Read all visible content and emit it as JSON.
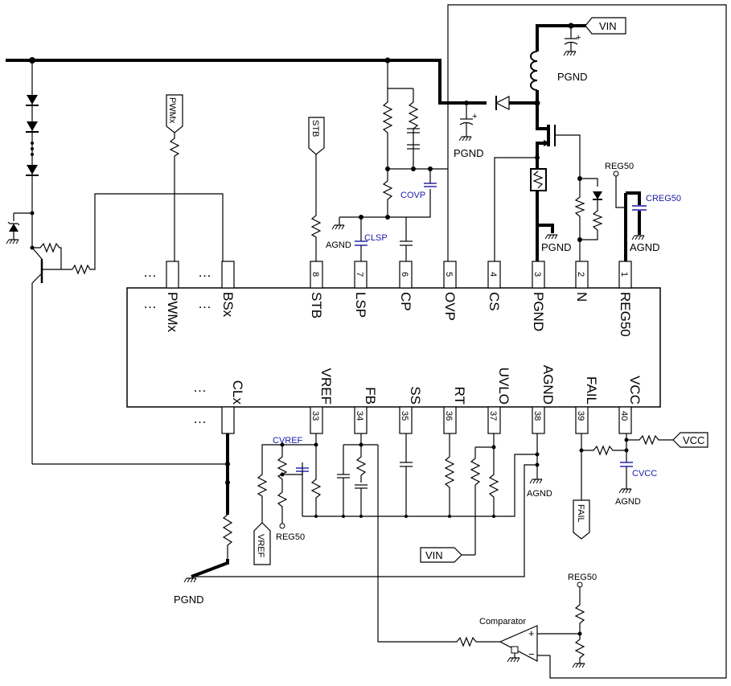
{
  "ic": {
    "top_pins": [
      {
        "num": "8",
        "label": "STB"
      },
      {
        "num": "7",
        "label": "LSP"
      },
      {
        "num": "6",
        "label": "CP"
      },
      {
        "num": "5",
        "label": "OVP"
      },
      {
        "num": "4",
        "label": "CS"
      },
      {
        "num": "3",
        "label": "PGND"
      },
      {
        "num": "2",
        "label": "N"
      },
      {
        "num": "1",
        "label": "REG50"
      }
    ],
    "bottom_pins": [
      {
        "num": "33",
        "label": "VREF"
      },
      {
        "num": "34",
        "label": "FB"
      },
      {
        "num": "35",
        "label": "SS"
      },
      {
        "num": "36",
        "label": "RT"
      },
      {
        "num": "37",
        "label": "UVLO"
      },
      {
        "num": "38",
        "label": "AGND"
      },
      {
        "num": "39",
        "label": "FAIL"
      },
      {
        "num": "40",
        "label": "VCC"
      }
    ],
    "left_top_labels": {
      "pwm": "PWMx",
      "bs": "BSx"
    },
    "left_bottom_label": "CLx",
    "ellipsis": "…"
  },
  "ports": {
    "vin_top": "VIN",
    "pwm": "PWMx",
    "stb": "STB",
    "vcc": "VCC",
    "fail": "FAIL",
    "vref": "VREF",
    "vin_bottom": "VIN"
  },
  "labels": {
    "pgnd": "PGND",
    "agnd": "AGND",
    "reg50": "REG50",
    "comparator": "Comparator",
    "plus": "+",
    "minus": "−",
    "diode_dots": "•\n•\n•"
  },
  "components": {
    "covp": "COVP",
    "clsp": "CLSP",
    "creg50": "CREG50",
    "cvref": "CVREF",
    "cvcc": "CVCC"
  },
  "colors": {
    "wire": "#000000",
    "component_label": "#1a1aa8",
    "background": "#ffffff"
  }
}
